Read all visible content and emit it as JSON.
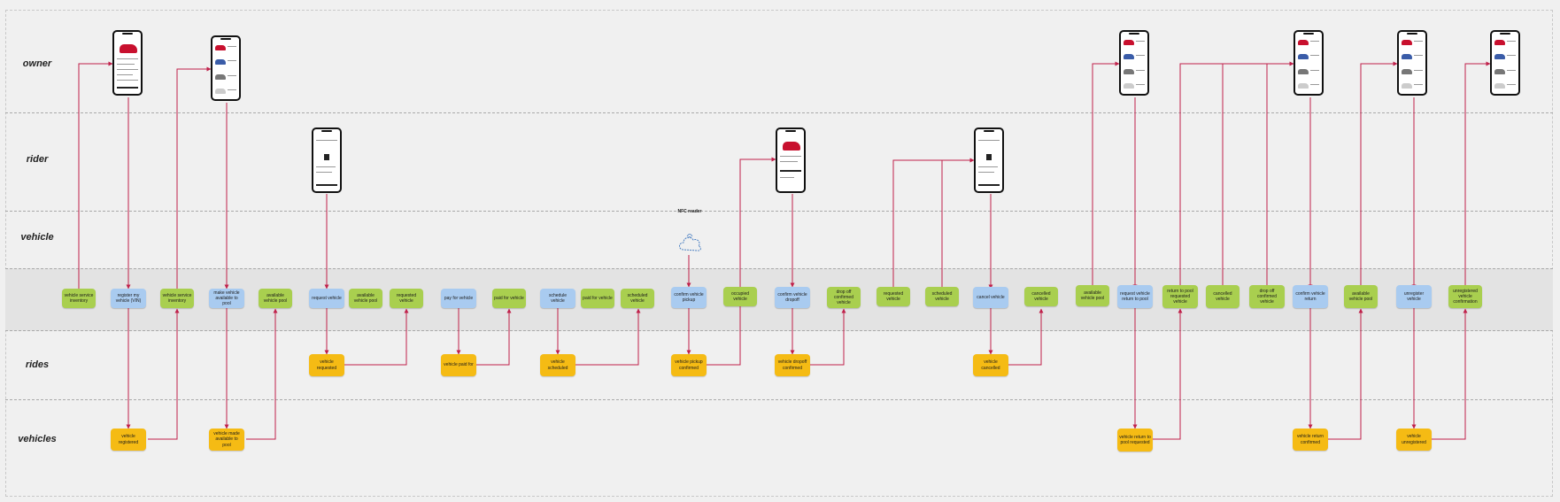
{
  "lanes": {
    "owner": "owner",
    "rider": "rider",
    "vehicle": "vehicle",
    "rides": "rides",
    "vehicles": "vehicles"
  },
  "nfc_label": "NFC reader",
  "colors": {
    "event": "#a9cf4f",
    "command": "#a9cbf0",
    "domain_event": "#f5bb14",
    "arrow": "#c0204a"
  },
  "stickies": {
    "vehicle_service_inventory_1": "vehicle service inventory",
    "register_my_vehicle": "register my vehicle (VIN)",
    "vehicle_service_inventory_2": "vehicle service inventory",
    "make_vehicle_available": "make vehicle available to pool",
    "available_vehicle_pool_1": "available vehicle pool",
    "request_vehicle": "request vehicle",
    "available_vehicle_pool_2": "available vehicle pool",
    "requested_vehicle_1": "requested vehicle",
    "pay_for_vehicle": "pay for vehicle",
    "paid_for_vehicle_1": "paid for vehicle",
    "schedule_vehicle": "schedule vehicle",
    "paid_for_vehicle_2": "paid for vehicle",
    "scheduled_vehicle_1": "scheduled vehicle",
    "confirm_vehicle_pickup": "confirm vehicle pickup",
    "occupied_vehicle": "occupied vehicle",
    "confirm_vehicle_dropoff": "confirm vehicle dropoff",
    "drop_off_confirmed_vehicle_1": "drop off confirmed vehicle",
    "requested_vehicle_2": "requested vehicle",
    "scheduled_vehicle_2": "scheduled vehicle",
    "cancel_vehicle": "cancel vehicle",
    "cancelled_vehicle_1": "cancelled vehicle",
    "available_vehicle_pool_3": "available vehicle pool",
    "request_vehicle_return": "request vehicle return to pool",
    "return_to_pool_requested": "return to pool requested vehicle",
    "cancelled_vehicle_2": "cancelled vehicle",
    "drop_off_confirmed_vehicle_2": "drop off confirmed vehicle",
    "confirm_vehicle_return": "confirm vehicle return",
    "available_vehicle_pool_4": "available vehicle pool",
    "unregister_vehicle": "unregister vehicle",
    "unregistered_vehicle_confirmation": "unregistered vehicle confirmation",
    "vehicle_requested": "vehicle requested",
    "vehicle_paid_for": "vehicle paid for",
    "vehicle_scheduled": "vehicle scheduled",
    "vehicle_pickup_confirmed": "vehicle pickup confirmed",
    "vehicle_dropoff_confirmed": "vehicle dropoff confirmed",
    "vehicle_cancelled": "vehicle cancelled",
    "vehicle_registered": "vehicle registered",
    "vehicle_made_available": "vehicle made available to pool",
    "vehicle_return_requested": "vehicle return to pool requested",
    "vehicle_return_confirmed": "vehicle return confirmed",
    "vehicle_unregistered": "vehicle unregistered"
  }
}
